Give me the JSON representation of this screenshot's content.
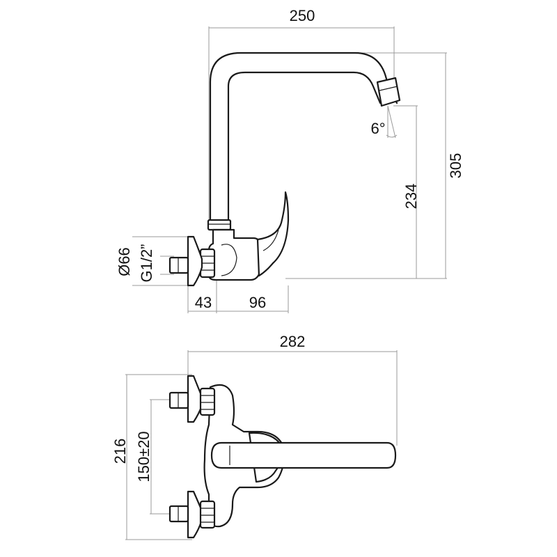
{
  "side_view": {
    "reach_label": "250",
    "height_label": "305",
    "outlet_height_label": "234",
    "angle_label": "6°",
    "diameter_label": "Ø66",
    "thread_label": "G1/2”",
    "eccentric_depth_label": "43",
    "body_depth_label": "96"
  },
  "top_view": {
    "width_label": "282",
    "height_label": "216",
    "center_distance_label": "150±20"
  }
}
